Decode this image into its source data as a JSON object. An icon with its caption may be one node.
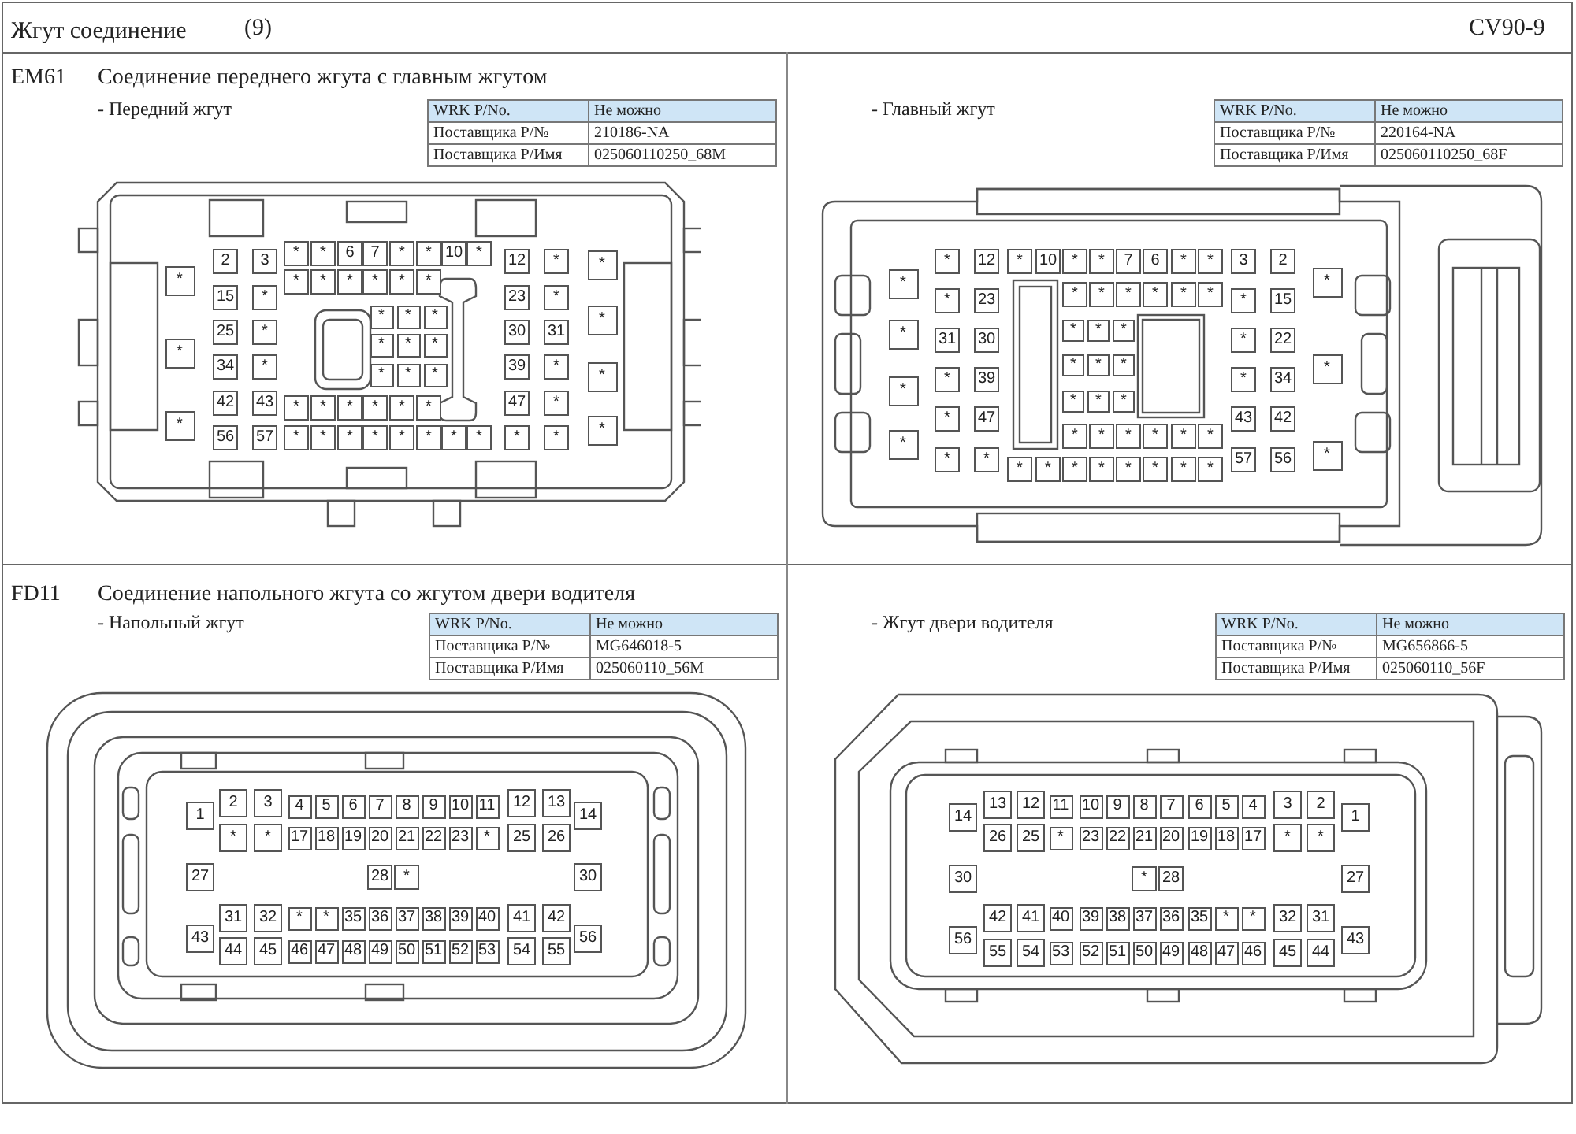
{
  "diagram": {
    "title": "Жгут соединение",
    "nodes": [
      {
        "text": [
          "*"
        ]
      },
      {
        "text": [
          "*"
        ]
      },
      {
        "text": [
          "6"
        ]
      },
      {
        "text": [
          "7"
        ]
      },
      {
        "text": [
          "*"
        ]
      },
      {
        "text": [
          "*"
        ]
      },
      {
        "text": [
          "10"
        ]
      },
      {
        "text": [
          "*"
        ]
      },
      {
        "text": [
          "2"
        ]
      },
      {
        "text": [
          "3"
        ]
      },
      {
        "text": [
          "12"
        ]
      },
      {
        "text": [
          "*"
        ]
      },
      {
        "text": [
          "*"
        ]
      },
      {
        "text": [
          "*"
        ]
      },
      {
        "text": [
          "*"
        ]
      },
      {
        "text": [
          "*"
        ]
      },
      {
        "text": [
          "*"
        ]
      },
      {
        "text": [
          "*"
        ]
      },
      {
        "text": [
          "*"
        ]
      },
      {
        "text": [
          "*"
        ]
      },
      {
        "text": [
          "15"
        ]
      },
      {
        "text": [
          "*"
        ]
      },
      {
        "text": [
          "23"
        ]
      },
      {
        "text": [
          "*"
        ]
      },
      {
        "text": [
          "*"
        ]
      },
      {
        "text": [
          "*"
        ]
      },
      {
        "text": [
          "*"
        ]
      },
      {
        "text": [
          "*"
        ]
      },
      {
        "text": [
          "25"
        ]
      },
      {
        "text": [
          "*"
        ]
      },
      {
        "text": [
          "30"
        ]
      },
      {
        "text": [
          "31"
        ]
      },
      {
        "text": [
          "*"
        ]
      },
      {
        "text": [
          "*"
        ]
      },
      {
        "text": [
          "*"
        ]
      },
      {
        "text": [
          "*"
        ]
      },
      {
        "text": [
          "34"
        ]
      },
      {
        "text": [
          "*"
        ]
      },
      {
        "text": [
          "39"
        ]
      },
      {
        "text": [
          "*"
        ]
      },
      {
        "text": [
          "*"
        ]
      },
      {
        "text": [
          "*"
        ]
      },
      {
        "text": [
          "*"
        ]
      },
      {
        "text": [
          "*"
        ]
      },
      {
        "text": [
          "42"
        ]
      },
      {
        "text": [
          "43"
        ]
      },
      {
        "text": [
          "47"
        ]
      },
      {
        "text": [
          "*"
        ]
      },
      {
        "text": [
          "*"
        ]
      },
      {
        "text": [
          "*"
        ]
      },
      {
        "text": [
          "*"
        ]
      },
      {
        "text": [
          "*"
        ]
      },
      {
        "text": [
          "*"
        ]
      },
      {
        "text": [
          "*"
        ]
      },
      {
        "text": [
          "*"
        ]
      },
      {
        "text": [
          "*"
        ]
      },
      {
        "text": [
          "56"
        ]
      },
      {
        "text": [
          "57"
        ]
      },
      {
        "text": [
          "*"
        ]
      },
      {
        "text": [
          "*"
        ]
      },
      {
        "text": [
          "*"
        ]
      },
      {
        "text": [
          "*"
        ]
      },
      {
        "text": [
          "*"
        ]
      },
      {
        "text": [
          "*"
        ]
      },
      {
        "text": [
          "*"
        ]
      },
      {
        "text": [
          "*"
        ]
      },
      {
        "text": [
          "*"
        ]
      },
      {
        "text": [
          "*"
        ]
      },
      {
        "text": [
          "*"
        ]
      },
      {
        "text": [
          "12"
        ]
      },
      {
        "text": [
          "*"
        ]
      },
      {
        "text": [
          "10"
        ]
      },
      {
        "text": [
          "*"
        ]
      },
      {
        "text": [
          "*"
        ]
      },
      {
        "text": [
          "7"
        ]
      },
      {
        "text": [
          "6"
        ]
      },
      {
        "text": [
          "*"
        ]
      },
      {
        "text": [
          "*"
        ]
      },
      {
        "text": [
          "3"
        ]
      },
      {
        "text": [
          "2"
        ]
      },
      {
        "text": [
          "*"
        ]
      },
      {
        "text": [
          "*"
        ]
      },
      {
        "text": [
          "*"
        ]
      },
      {
        "text": [
          "*"
        ]
      },
      {
        "text": [
          "*"
        ]
      },
      {
        "text": [
          "*"
        ]
      },
      {
        "text": [
          "*"
        ]
      },
      {
        "text": [
          "*"
        ]
      },
      {
        "text": [
          "*"
        ]
      },
      {
        "text": [
          "23"
        ]
      },
      {
        "text": [
          "*"
        ]
      },
      {
        "text": [
          "15"
        ]
      },
      {
        "text": [
          "*"
        ]
      },
      {
        "text": [
          "*"
        ]
      },
      {
        "text": [
          "*"
        ]
      },
      {
        "text": [
          "*"
        ]
      },
      {
        "text": [
          "31"
        ]
      },
      {
        "text": [
          "30"
        ]
      },
      {
        "text": [
          "*"
        ]
      },
      {
        "text": [
          "22"
        ]
      },
      {
        "text": [
          "*"
        ]
      },
      {
        "text": [
          "*"
        ]
      },
      {
        "text": [
          "*"
        ]
      },
      {
        "text": [
          "*"
        ]
      },
      {
        "text": [
          "*"
        ]
      },
      {
        "text": [
          "39"
        ]
      },
      {
        "text": [
          "*"
        ]
      },
      {
        "text": [
          "34"
        ]
      },
      {
        "text": [
          "*"
        ]
      },
      {
        "text": [
          "*"
        ]
      },
      {
        "text": [
          "*"
        ]
      },
      {
        "text": [
          "*"
        ]
      },
      {
        "text": [
          "*"
        ]
      },
      {
        "text": [
          "47"
        ]
      },
      {
        "text": [
          "43"
        ]
      },
      {
        "text": [
          "42"
        ]
      },
      {
        "text": [
          "*"
        ]
      },
      {
        "text": [
          "*"
        ]
      },
      {
        "text": [
          "*"
        ]
      },
      {
        "text": [
          "*"
        ]
      },
      {
        "text": [
          "*"
        ]
      },
      {
        "text": [
          "*"
        ]
      },
      {
        "text": [
          "*"
        ]
      },
      {
        "text": [
          "*"
        ]
      },
      {
        "text": [
          "*"
        ]
      },
      {
        "text": [
          "*"
        ]
      },
      {
        "text": [
          "57"
        ]
      },
      {
        "text": [
          "56"
        ]
      },
      {
        "text": [
          "*"
        ]
      },
      {
        "text": [
          "*"
        ]
      },
      {
        "text": [
          "*"
        ]
      },
      {
        "text": [
          "*"
        ]
      },
      {
        "text": [
          "*"
        ]
      },
      {
        "text": [
          "*"
        ]
      },
      {
        "text": [
          "*"
        ]
      },
      {
        "text": [
          "*"
        ]
      },
      {
        "text": [
          "1"
        ]
      },
      {
        "text": [
          "2"
        ]
      },
      {
        "text": [
          "3"
        ]
      },
      {
        "text": [
          "4"
        ]
      },
      {
        "text": [
          "5"
        ]
      },
      {
        "text": [
          "6"
        ]
      },
      {
        "text": [
          "7"
        ]
      },
      {
        "text": [
          "8"
        ]
      },
      {
        "text": [
          "9"
        ]
      },
      {
        "text": [
          "10"
        ]
      },
      {
        "text": [
          "11"
        ]
      },
      {
        "text": [
          "12"
        ]
      },
      {
        "text": [
          "13"
        ]
      },
      {
        "text": [
          "14"
        ]
      },
      {
        "text": [
          "*"
        ]
      },
      {
        "text": [
          "*"
        ]
      },
      {
        "text": [
          "17"
        ]
      },
      {
        "text": [
          "18"
        ]
      },
      {
        "text": [
          "19"
        ]
      },
      {
        "text": [
          "20"
        ]
      },
      {
        "text": [
          "21"
        ]
      },
      {
        "text": [
          "22"
        ]
      },
      {
        "text": [
          "23"
        ]
      },
      {
        "text": [
          "*"
        ]
      },
      {
        "text": [
          "25"
        ]
      },
      {
        "text": [
          "26"
        ]
      },
      {
        "text": [
          "27"
        ]
      },
      {
        "text": [
          "28"
        ]
      },
      {
        "text": [
          "*"
        ]
      },
      {
        "text": [
          "30"
        ]
      },
      {
        "text": [
          "31"
        ]
      },
      {
        "text": [
          "32"
        ]
      },
      {
        "text": [
          "*"
        ]
      },
      {
        "text": [
          "*"
        ]
      },
      {
        "text": [
          "35"
        ]
      },
      {
        "text": [
          "36"
        ]
      },
      {
        "text": [
          "37"
        ]
      },
      {
        "text": [
          "38"
        ]
      },
      {
        "text": [
          "39"
        ]
      },
      {
        "text": [
          "40"
        ]
      },
      {
        "text": [
          "41"
        ]
      },
      {
        "text": [
          "42"
        ]
      },
      {
        "text": [
          "43"
        ]
      },
      {
        "text": [
          "56"
        ]
      },
      {
        "text": [
          "44"
        ]
      },
      {
        "text": [
          "45"
        ]
      },
      {
        "text": [
          "46"
        ]
      },
      {
        "text": [
          "47"
        ]
      },
      {
        "text": [
          "48"
        ]
      },
      {
        "text": [
          "49"
        ]
      },
      {
        "text": [
          "50"
        ]
      },
      {
        "text": [
          "51"
        ]
      },
      {
        "text": [
          "52"
        ]
      },
      {
        "text": [
          "53"
        ]
      },
      {
        "text": [
          "54"
        ]
      },
      {
        "text": [
          "55"
        ]
      },
      {
        "text": [
          "14"
        ]
      },
      {
        "text": [
          "13"
        ]
      },
      {
        "text": [
          "12"
        ]
      },
      {
        "text": [
          "11"
        ]
      },
      {
        "text": [
          "10"
        ]
      },
      {
        "text": [
          "9"
        ]
      },
      {
        "text": [
          "8"
        ]
      },
      {
        "text": [
          "7"
        ]
      },
      {
        "text": [
          "6"
        ]
      },
      {
        "text": [
          "5"
        ]
      },
      {
        "text": [
          "4"
        ]
      },
      {
        "text": [
          "3"
        ]
      },
      {
        "text": [
          "2"
        ]
      },
      {
        "text": [
          "1"
        ]
      },
      {
        "text": [
          "26"
        ]
      },
      {
        "text": [
          "25"
        ]
      },
      {
        "text": [
          "*"
        ]
      },
      {
        "text": [
          "23"
        ]
      },
      {
        "text": [
          "22"
        ]
      },
      {
        "text": [
          "21"
        ]
      },
      {
        "text": [
          "20"
        ]
      },
      {
        "text": [
          "19"
        ]
      },
      {
        "text": [
          "18"
        ]
      },
      {
        "text": [
          "17"
        ]
      },
      {
        "text": [
          "*"
        ]
      },
      {
        "text": [
          "*"
        ]
      },
      {
        "text": [
          "30"
        ]
      },
      {
        "text": [
          "*"
        ]
      },
      {
        "text": [
          "28"
        ]
      },
      {
        "text": [
          "27"
        ]
      },
      {
        "text": [
          "42"
        ]
      },
      {
        "text": [
          "41"
        ]
      },
      {
        "text": [
          "40"
        ]
      },
      {
        "text": [
          "39"
        ]
      },
      {
        "text": [
          "38"
        ]
      },
      {
        "text": [
          "37"
        ]
      },
      {
        "text": [
          "36"
        ]
      },
      {
        "text": [
          "35"
        ]
      },
      {
        "text": [
          "*"
        ]
      },
      {
        "text": [
          "*"
        ]
      },
      {
        "text": [
          "32"
        ]
      },
      {
        "text": [
          "31"
        ]
      },
      {
        "text": [
          "56"
        ]
      },
      {
        "text": [
          "43"
        ]
      },
      {
        "text": [
          "55"
        ]
      },
      {
        "text": [
          "54"
        ]
      },
      {
        "text": [
          "53"
        ]
      },
      {
        "text": [
          "52"
        ]
      },
      {
        "text": [
          "51"
        ]
      },
      {
        "text": [
          "50"
        ]
      },
      {
        "text": [
          "49"
        ]
      },
      {
        "text": [
          "48"
        ]
      },
      {
        "text": [
          "47"
        ]
      },
      {
        "text": [
          "46"
        ]
      },
      {
        "text": [
          "45"
        ]
      },
      {
        "text": [
          "44"
        ]
      }
    ],
    "labels": [
      "(9)",
      "CV90-9",
      "EM61",
      "Соединение переднего жгута с главным жгутом",
      "- Передний жгут",
      "WRK P/No.",
      "Не можно",
      "Поставщика P/№",
      "210186-NA",
      "Поставщика P/Имя",
      "025060110250_68M",
      "- Главный жгут",
      "WRK P/No.",
      "Не можно",
      "Поставщика P/№",
      "220164-NA",
      "Поставщика P/Имя",
      "025060110250_68F",
      "FD11",
      "Соединение напольного жгута со жгутом двери водителя",
      "- Напольный жгут",
      "WRK P/No.",
      "Не можно",
      "Поставщика P/№",
      "MG646018-5",
      "Поставщика P/Имя",
      "025060110_56M",
      "- Жгут двери водителя",
      "WRK P/No.",
      "Не можно",
      "Поставщика P/№",
      "MG656866-5",
      "Поставщика P/Имя",
      "025060110_56F"
    ]
  }
}
